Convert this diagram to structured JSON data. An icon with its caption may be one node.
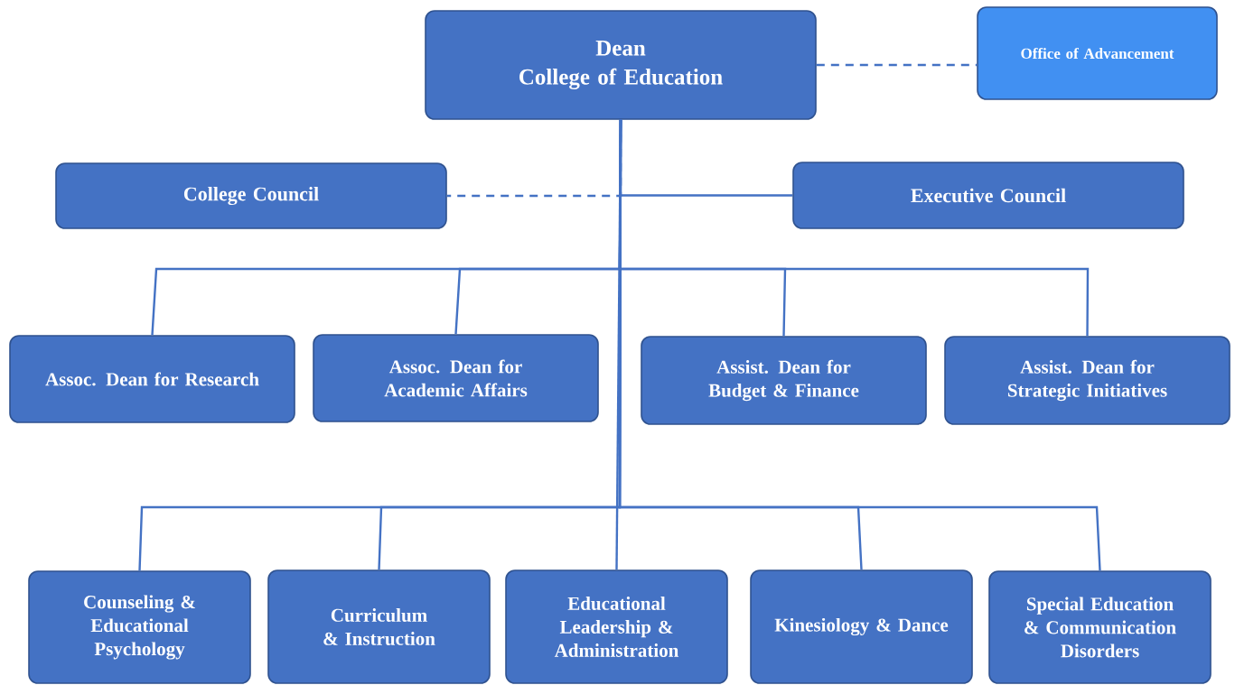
{
  "diagram": {
    "nodes": [
      {
        "text": [
          "Dean",
          "College of Education"
        ]
      },
      {
        "text": [
          "Office of Advancement"
        ]
      },
      {
        "text": [
          "College Council"
        ]
      },
      {
        "text": [
          "Executive Council"
        ]
      },
      {
        "text": [
          "Assoc. Dean for Research"
        ]
      },
      {
        "text": [
          "Assoc. Dean for Academic Affairs"
        ]
      },
      {
        "text": [
          "Assist. Dean for Budget & Finance"
        ]
      },
      {
        "text": [
          "Assist. Dean for Strategic Initiatives"
        ]
      },
      {
        "text": [
          "Counseling & Educational Psychology"
        ]
      },
      {
        "text": [
          "Curriculum & Instruction"
        ]
      },
      {
        "text": [
          "Educational Leadership & Administration"
        ]
      },
      {
        "text": [
          "Kinesiology & Dance"
        ]
      },
      {
        "text": [
          "Special Education & Communication Disorders"
        ]
      }
    ],
    "edges": [
      {
        "from": 0,
        "to": 1,
        "arrow": "none",
        "style": "dashed"
      },
      {
        "from": 0,
        "to": 2,
        "arrow": "none",
        "style": "dashed"
      },
      {
        "from": 0,
        "to": 3,
        "arrow": "none"
      },
      {
        "from": 0,
        "to": 4,
        "arrow": "none"
      },
      {
        "from": 0,
        "to": 5,
        "arrow": "none"
      },
      {
        "from": 0,
        "to": 6,
        "arrow": "none"
      },
      {
        "from": 0,
        "to": 7,
        "arrow": "none"
      },
      {
        "from": 0,
        "to": 8,
        "arrow": "none"
      },
      {
        "from": 0,
        "to": 9,
        "arrow": "none"
      },
      {
        "from": 0,
        "to": 10,
        "arrow": "none"
      },
      {
        "from": 0,
        "to": 11,
        "arrow": "none"
      },
      {
        "from": 0,
        "to": 12,
        "arrow": "none"
      }
    ]
  }
}
